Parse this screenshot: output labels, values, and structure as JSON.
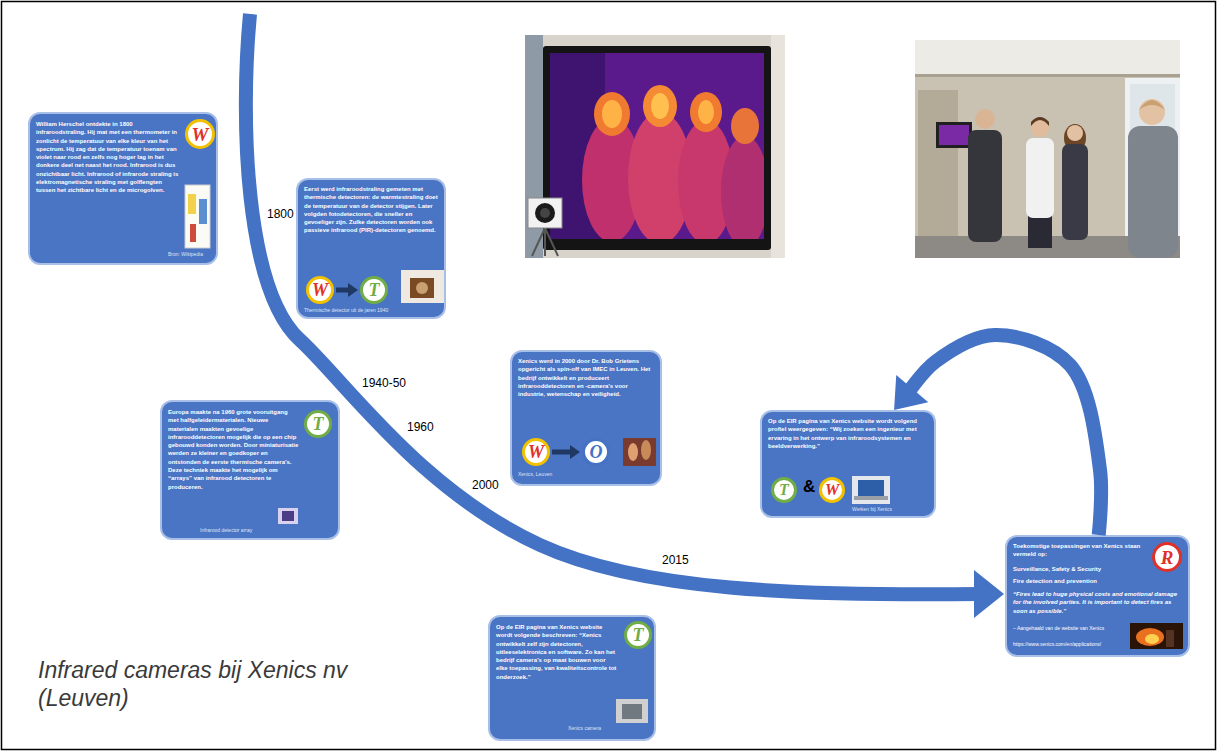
{
  "diagram": {
    "title": "Infrared cameras bij Xenics nv (Leuven)",
    "nodes": [
      {
        "text": [
          "William Herschel ontdekte in 1800 infraroodstraling. Hij mat met een thermometer in zonlicht de temperatuur van elke kleur van het spectrum. Hij zag dat de temperatuur toenam van violet naar rood en zelfs nog hoger lag in het donkere deel net naast het rood. Infrarood is dus onzichtbaar licht. Infrarood of infrarode straling is elektromagnetische straling met golflengten tussen het zichtbare licht en de microgolven.",
          "Bron: Wikipedia"
        ]
      },
      {
        "text": [
          "W"
        ],
        "in": 0
      },
      {
        "text": [
          "Eerst werd infraroodstraling gemeten met thermische detectoren: de warmtestraling doet de temperatuur van de detector stijgen. Later volgden fotodetectoren, die sneller en gevoeliger zijn. Zulke detectoren worden ook passieve infrarood (PIR)-detectoren genoemd.",
          "Thermische detector uit de jaren 1940"
        ]
      },
      {
        "text": [
          "W"
        ],
        "in": 2
      },
      {
        "text": [
          "T"
        ],
        "in": 2
      },
      {
        "text": [
          "Europa maakte na 1960 grote vooruitgang met halfgeleidermaterialen. Nieuwe materialen maakten gevoelige infrarooddetectoren mogelijk die op een chip gebouwd konden worden. Door miniaturisatie werden ze kleiner en goedkoper en ontstonden de eerste thermische camera’s. Deze techniek maakte het mogelijk om “arrays” van infrarood detectoren te produceren.",
          "Infrarood detector array"
        ]
      },
      {
        "text": [
          "T"
        ],
        "in": 5
      },
      {
        "text": [
          "Xenics werd in 2000 door Dr. Bob Grietens opgericht als spin-off van IMEC in Leuven. Het bedrijf ontwikkelt en produceert infrarooddetectoren en -camera’s voor industrie, wetenschap en veiligheid.",
          "Xenics, Leuven"
        ]
      },
      {
        "text": [
          "W"
        ],
        "in": 7
      },
      {
        "text": [
          "O"
        ],
        "in": 7
      },
      {
        "text": [
          "Op de EIR pagina van Xenics website wordt volgende beschreven: “Xenics ontwikkelt zelf zijn detectoren, uitleeselektronica en software. Zo kan het bedrijf camera’s op maat bouwen voor elke toepassing, van kwaliteitscontrole tot onderzoek.”",
          "Xenics camera"
        ]
      },
      {
        "text": [
          "T"
        ],
        "in": 10
      },
      {
        "text": [
          "Op de EIR pagina van Xenics website wordt volgend profiel weergegeven: “Wij zoeken een ingenieur met ervaring in het ontwerp van infraroodsystemen en beeldverwerking.”",
          "Werken bij Xenics"
        ]
      },
      {
        "text": [
          "T"
        ],
        "in": 12
      },
      {
        "text": [
          "W"
        ],
        "in": 12
      },
      {
        "text": [
          "Toekomstige toepassingen van Xenics staan vermeld op:",
          "Surveillance, Safety & Security",
          "Fire detection and prevention",
          "“Fires lead to huge physical costs and emotional damage for the involved parties. It is important to detect fires as soon as possible.”",
          "– Aangehaald van de website van Xenics",
          "https://www.xenics.com/en/applications/"
        ]
      },
      {
        "text": [
          "R"
        ],
        "in": 15
      }
    ],
    "edges": [
      {
        "from": 3,
        "to": 4,
        "arrow": "to"
      },
      {
        "from": 8,
        "to": 9,
        "arrow": "to"
      },
      {
        "from": 15,
        "to": 12,
        "arrow": "to"
      }
    ],
    "labels": [
      "1800",
      "1940-50",
      "1960",
      "2000",
      "2015",
      "&"
    ]
  }
}
